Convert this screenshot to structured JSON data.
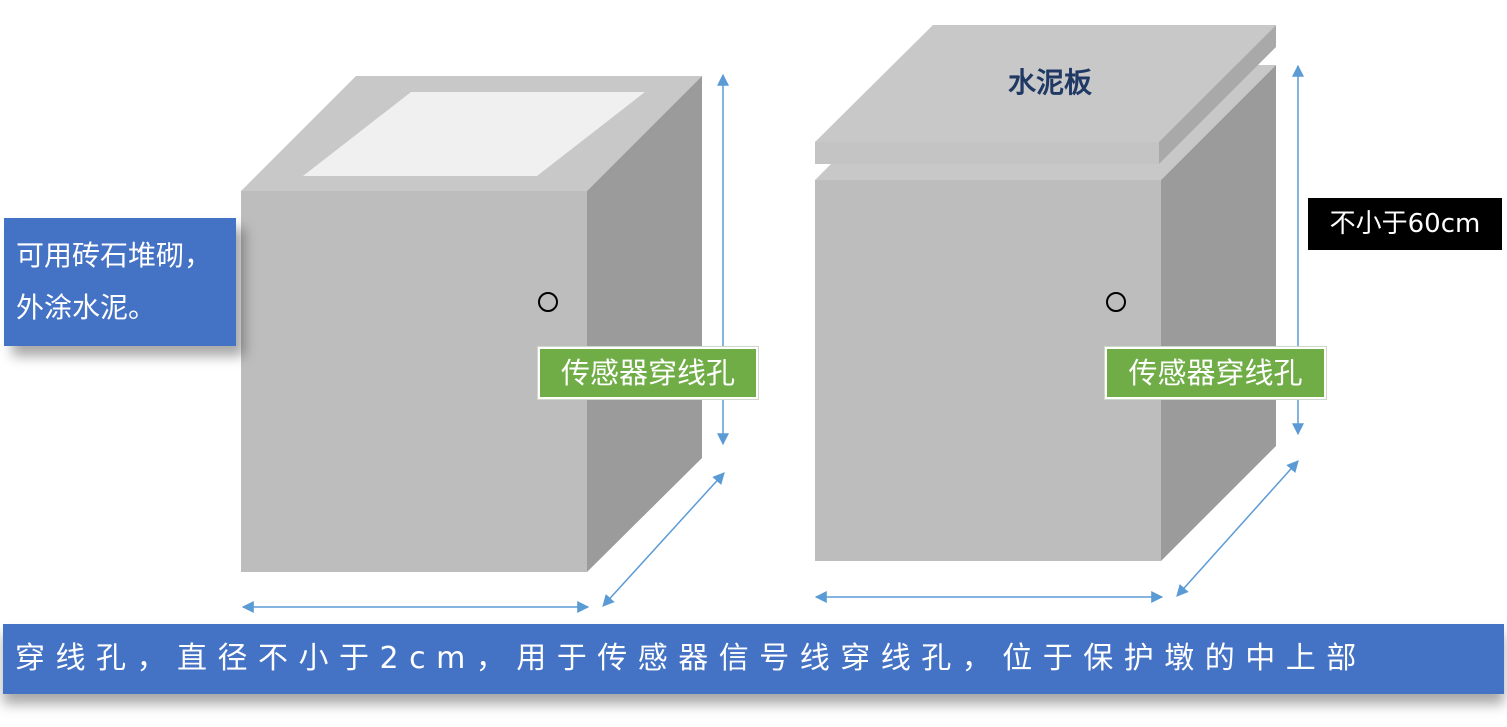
{
  "labels": {
    "note_lines": [
      "可用砖石堆砌，",
      "外涂水泥。"
    ],
    "hole_label": "传感器穿线孔",
    "lid_label": "水泥板",
    "height_label": "不小于60cm",
    "bottom_text": "穿线孔，直径不小于2cm，用于传感器信号线穿线孔，位于保护墩的中上部"
  },
  "colors": {
    "box_front": "#bdbdbd",
    "box_side": "#9b9b9b",
    "box_top": "#c8c8c8",
    "box_opening": "#f0f0f0",
    "note_blue": "#4472c4",
    "label_green": "#70ad47",
    "label_black": "#000000",
    "lid_text": "#1f3864",
    "dimension_line": "#5b9bd5"
  }
}
